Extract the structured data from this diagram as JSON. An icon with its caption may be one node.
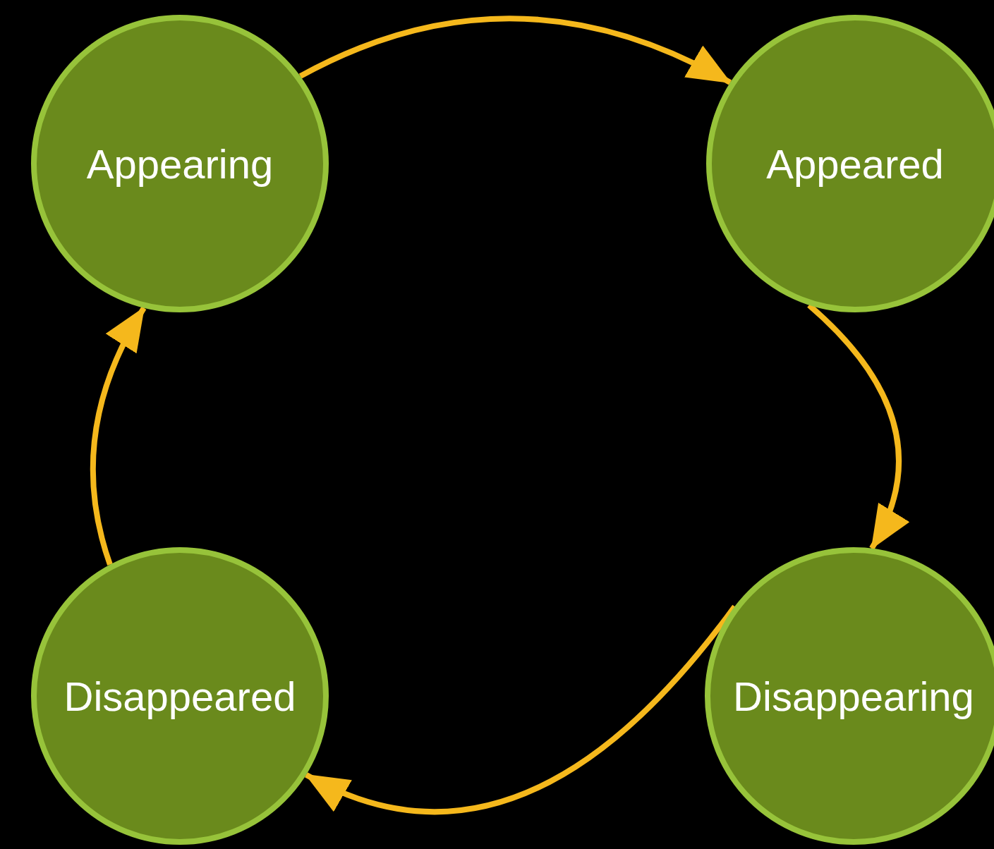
{
  "diagram": {
    "nodes": [
      {
        "text": [
          "Appearing"
        ]
      },
      {
        "text": [
          "Appeared"
        ]
      },
      {
        "text": [
          "Disappeared"
        ]
      },
      {
        "text": [
          "Disappearing"
        ]
      }
    ],
    "edges": [
      {
        "from": 0,
        "to": 1,
        "arrow": "to"
      },
      {
        "from": 1,
        "to": 3,
        "arrow": "to"
      },
      {
        "from": 3,
        "to": 2,
        "arrow": "to"
      },
      {
        "from": 2,
        "to": 0,
        "arrow": "to"
      }
    ]
  }
}
